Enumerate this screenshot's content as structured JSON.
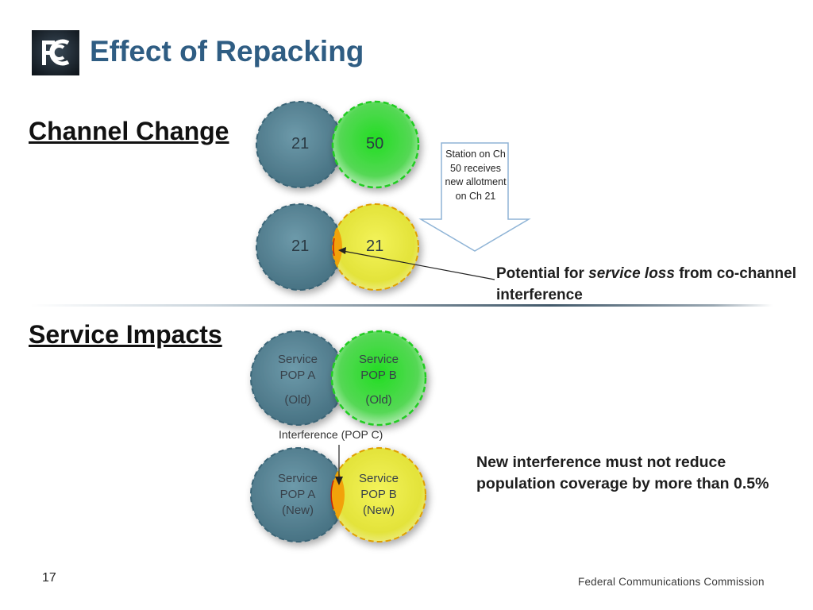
{
  "title": "Effect of Repacking",
  "logo_text": "FCC",
  "sections": {
    "channel_change": "Channel Change",
    "service_impacts": "Service Impacts"
  },
  "channel_change": {
    "top_left_channel": "21",
    "top_right_channel": "50",
    "bottom_left_channel": "21",
    "bottom_right_channel": "21",
    "callout": "Station on Ch 50 receives new allotment on Ch 21",
    "note_prefix": "Potential for ",
    "note_emphasis": "service loss",
    "note_suffix": " from co-channel interference"
  },
  "service_impacts": {
    "old_a_line1": "Service",
    "old_a_line2": "POP A",
    "old_a_line3": "(Old)",
    "old_b_line1": "Service",
    "old_b_line2": "POP B",
    "old_b_line3": "(Old)",
    "interference_label": "Interference (POP C)",
    "new_a_line1": "Service",
    "new_a_line2": "POP A",
    "new_a_line3": "(New)",
    "new_b_line1": "Service",
    "new_b_line2": "POP B",
    "new_b_line3": "(New)",
    "note": "New interference must not reduce population coverage by more than 0.5%"
  },
  "page_number": "17",
  "footer": "Federal Communications Commission",
  "colors": {
    "title": "#2f5d83",
    "teal_circle": "#4f7f92",
    "green_circle": "#33cc33",
    "yellow_circle": "#e8e83a",
    "overlap": "#f0a000"
  }
}
